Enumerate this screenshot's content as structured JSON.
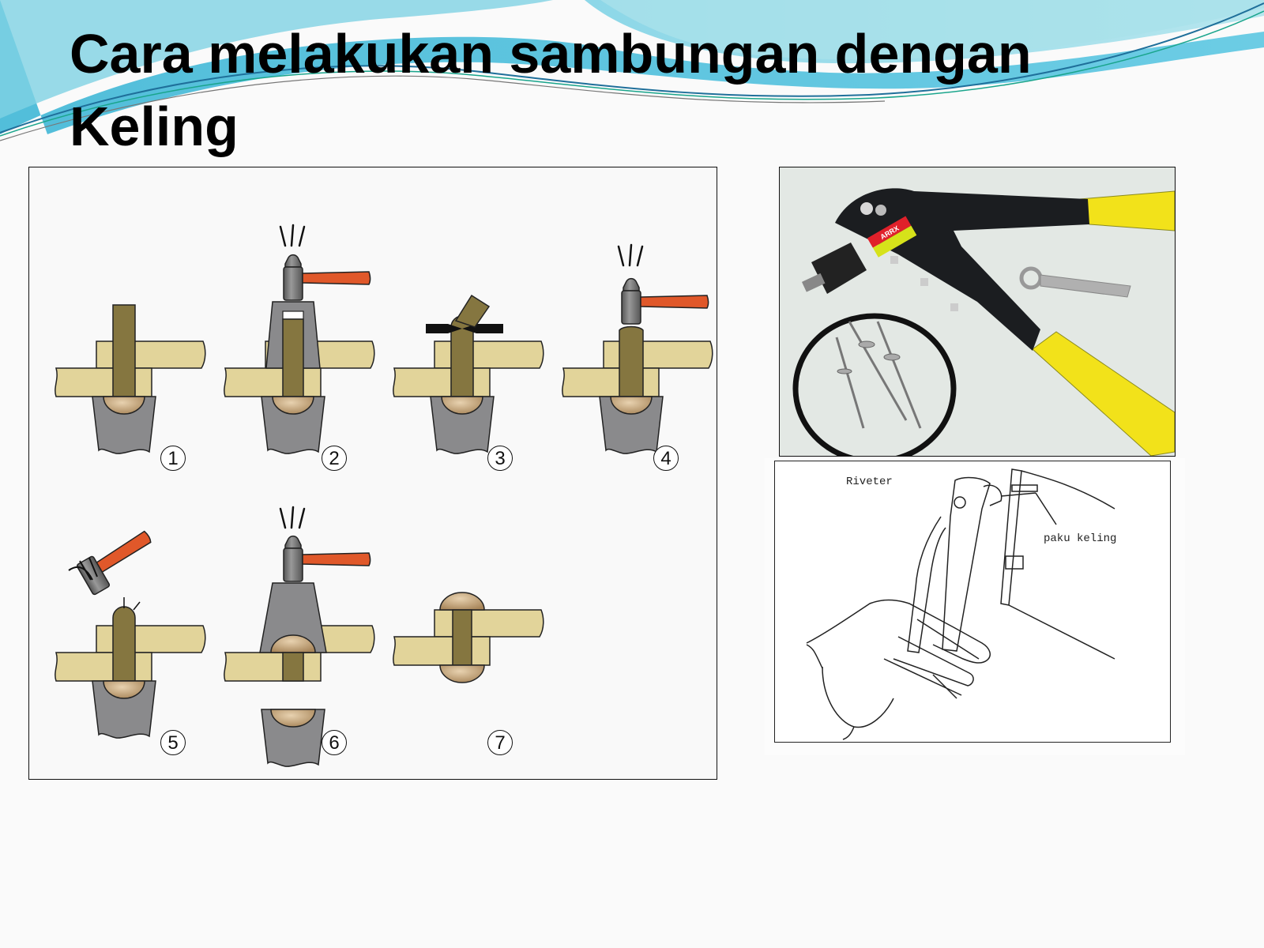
{
  "slide": {
    "title": "Cara melakukan sambungan dengan Keling",
    "title_line1": "Cara melakukan sambungan dengan",
    "title_line2": "Keling",
    "colors": {
      "wave_light": "#8fd7e6",
      "wave_mid": "#4fc3dc",
      "wave_dark": "#2a8fc4",
      "plate": "#e2d49a",
      "rivet": "#857640",
      "rivet_head": "#c09a6a",
      "tool_gray": "#8a8a8c",
      "hammer_handle": "#e0582a",
      "riveter_handle": "#f2e21a"
    }
  },
  "steps_diagram": {
    "steps": [
      {
        "number": "1",
        "label": "①"
      },
      {
        "number": "2",
        "label": "②"
      },
      {
        "number": "3",
        "label": "③"
      },
      {
        "number": "4",
        "label": "④"
      },
      {
        "number": "5",
        "label": "⑤"
      },
      {
        "number": "6",
        "label": "⑥"
      },
      {
        "number": "7",
        "label": "⑦"
      }
    ]
  },
  "photo": {
    "brand_label": "ARRX",
    "description": "Hand riveter with yellow handles and blind rivets"
  },
  "sketch": {
    "label_riveter": "Riveter",
    "label_rivet": "paku keling"
  }
}
